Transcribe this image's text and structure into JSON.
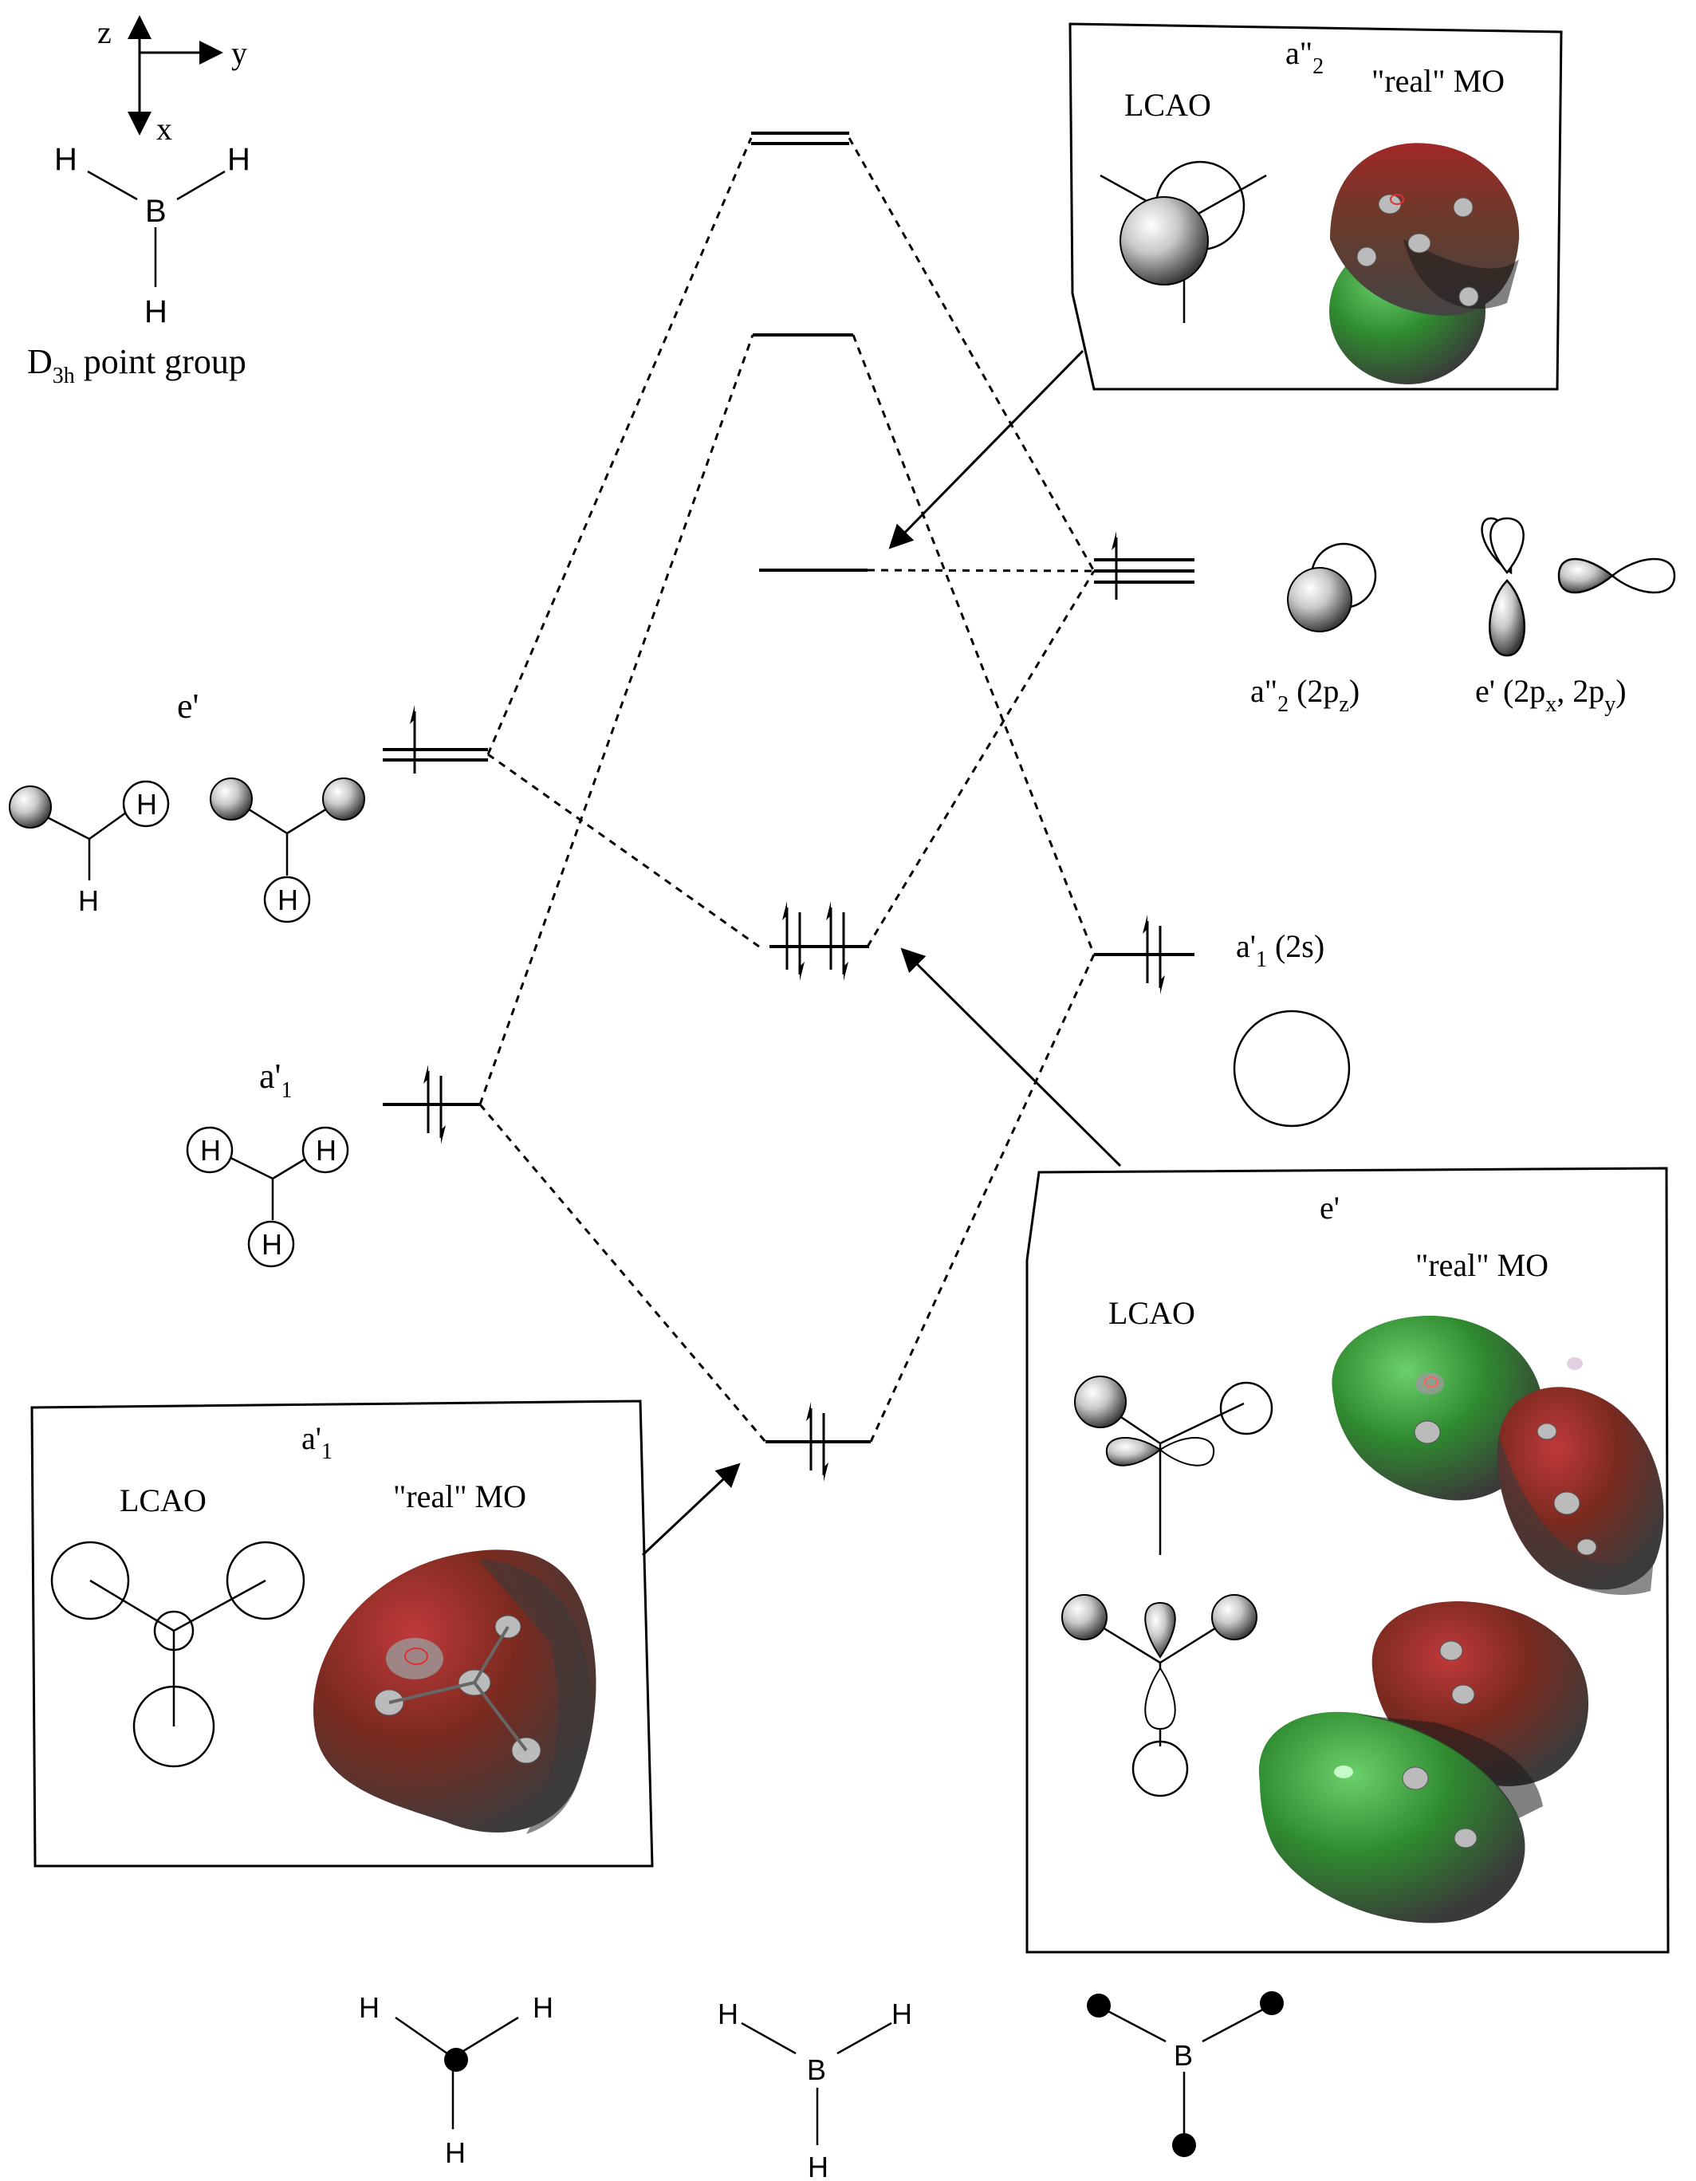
{
  "axes": {
    "z": "z",
    "y": "y",
    "x": "x"
  },
  "header_molecule": {
    "b": "B",
    "h": "H"
  },
  "point_group": {
    "d": "D",
    "sub": "3h",
    "text": " point group"
  },
  "left_orbitals": {
    "e_prime": "e'",
    "a1_prime": {
      "main": "a'",
      "sub": "1"
    },
    "h": "H"
  },
  "right_orbitals": {
    "a2_double_prime": {
      "main": "a\"",
      "sub": "2",
      "rest": " (2p",
      "rest_sub": "z",
      "close": ")"
    },
    "e_prime": {
      "main": "e' (2p",
      "sub1": "x",
      "mid": ", 2p",
      "sub2": "y",
      "close": ")"
    },
    "a1_prime": {
      "main": "a'",
      "sub": "1",
      "rest": " (2s)"
    }
  },
  "box_top": {
    "symmetry": {
      "main": "a\"",
      "sub": "2"
    },
    "lcao": "LCAO",
    "real_mo": "\"real\" MO"
  },
  "box_left": {
    "symmetry": {
      "main": "a'",
      "sub": "1"
    },
    "lcao": "LCAO",
    "real_mo": "\"real\" MO"
  },
  "box_right": {
    "symmetry": "e'",
    "lcao": "LCAO",
    "real_mo": "\"real\" MO"
  },
  "bottom_molecules": {
    "h": "H",
    "b": "B"
  },
  "colors": {
    "mo_red": "#7a1a1a",
    "mo_green": "#2f8a2f",
    "mo_grey": "#4a4a4a"
  }
}
